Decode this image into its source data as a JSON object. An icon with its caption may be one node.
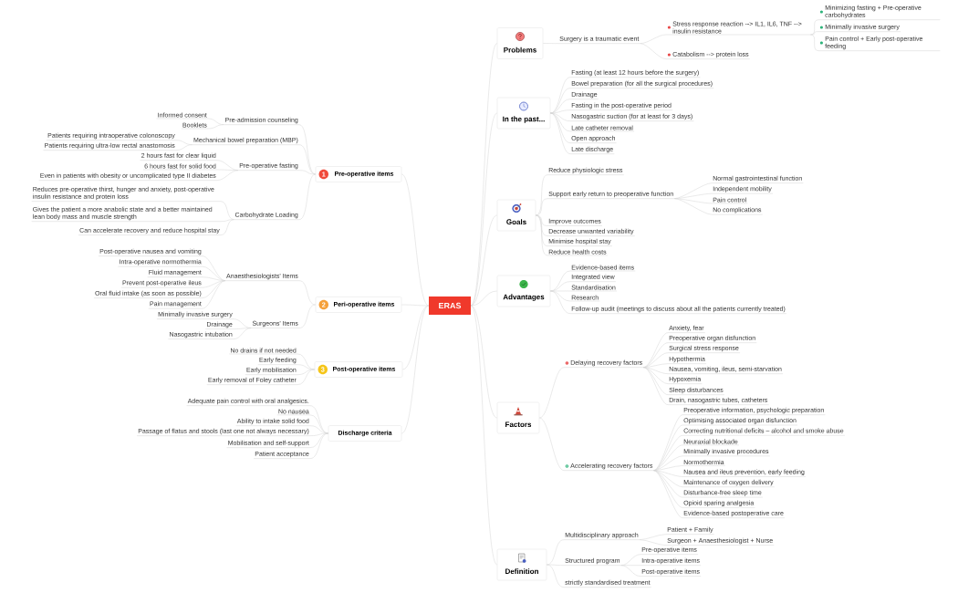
{
  "diagram": {
    "nodes": [
      {
        "text": [
          "ERAS"
        ]
      },
      {
        "text": [
          "Problems"
        ]
      },
      {
        "text": [
          "Surgery is a traumatic event"
        ]
      },
      {
        "text": [
          "Stress response reaction --> IL1, IL6, TNF --> insulin resistance"
        ]
      },
      {
        "text": [
          "Minimizing fasting + Pre-operative carbohydrates"
        ]
      },
      {
        "text": [
          "Minimally invasive surgery"
        ]
      },
      {
        "text": [
          "Pain control + Early post-operative feeding"
        ]
      },
      {
        "text": [
          "Catabolism --> protein loss"
        ]
      },
      {
        "text": [
          "In the past..."
        ]
      },
      {
        "text": [
          "Fasting (at least 12 hours before the surgery)"
        ]
      },
      {
        "text": [
          "Bowel preparation (for all the surgical procedures)"
        ]
      },
      {
        "text": [
          "Drainage"
        ]
      },
      {
        "text": [
          "Fasting in the post-operative period"
        ]
      },
      {
        "text": [
          "Nasogastric suction (for at least for 3 days)"
        ]
      },
      {
        "text": [
          "Late catheter removal"
        ]
      },
      {
        "text": [
          "Open approach"
        ]
      },
      {
        "text": [
          "Late discharge"
        ]
      },
      {
        "text": [
          "Goals"
        ]
      },
      {
        "text": [
          "Reduce physiologic stress"
        ]
      },
      {
        "text": [
          "Support early return to preoperative function"
        ]
      },
      {
        "text": [
          "Normal gastrointestinal function"
        ]
      },
      {
        "text": [
          "Independent mobility"
        ]
      },
      {
        "text": [
          "Pain control"
        ]
      },
      {
        "text": [
          "No complications"
        ]
      },
      {
        "text": [
          "Improve outcomes"
        ]
      },
      {
        "text": [
          "Decrease unwanted variability"
        ]
      },
      {
        "text": [
          "Minimise hospital stay"
        ]
      },
      {
        "text": [
          "Reduce health costs"
        ]
      },
      {
        "text": [
          "Advantages"
        ]
      },
      {
        "text": [
          "Evidence-based items"
        ]
      },
      {
        "text": [
          "Integrated view"
        ]
      },
      {
        "text": [
          "Standardisation"
        ]
      },
      {
        "text": [
          "Research"
        ]
      },
      {
        "text": [
          "Follow-up audit (meetings to discuss about all the patients currently treated)"
        ]
      },
      {
        "text": [
          "Factors"
        ]
      },
      {
        "text": [
          "Delaying recovery factors"
        ]
      },
      {
        "text": [
          "Anxiety, fear"
        ]
      },
      {
        "text": [
          "Preoperative organ disfunction"
        ]
      },
      {
        "text": [
          "Surgical stress response"
        ]
      },
      {
        "text": [
          "Hypothermia"
        ]
      },
      {
        "text": [
          "Nausea, vomiting, ileus, semi-starvation"
        ]
      },
      {
        "text": [
          "Hypoxemia"
        ]
      },
      {
        "text": [
          "Sleep disturbances"
        ]
      },
      {
        "text": [
          "Drain, nasogastric tubes, catheters"
        ]
      },
      {
        "text": [
          "Accelerating recovery factors"
        ]
      },
      {
        "text": [
          "Preoperative information, psychologic preparation"
        ]
      },
      {
        "text": [
          "Optimising associated organ disfunction"
        ]
      },
      {
        "text": [
          "Correcting nutritional deficits – alcohol and smoke abuse"
        ]
      },
      {
        "text": [
          "Neuraxial blockade"
        ]
      },
      {
        "text": [
          "Minimally invasive procedures"
        ]
      },
      {
        "text": [
          "Normothermia"
        ]
      },
      {
        "text": [
          "Nausea and ileus prevention, early feeding"
        ]
      },
      {
        "text": [
          "Maintenance of oxygen delivery"
        ]
      },
      {
        "text": [
          "Disturbance-free sleep time"
        ]
      },
      {
        "text": [
          "Opioid sparing analgesia"
        ]
      },
      {
        "text": [
          "Evidence-based postoperative care"
        ]
      },
      {
        "text": [
          "Definition"
        ]
      },
      {
        "text": [
          "Multidisciplinary approach"
        ]
      },
      {
        "text": [
          "Patient + Family"
        ]
      },
      {
        "text": [
          "Surgeon + Anaesthesiologist + Nurse"
        ]
      },
      {
        "text": [
          "Structured program"
        ]
      },
      {
        "text": [
          "Pre-operative items"
        ]
      },
      {
        "text": [
          "Intra-operative items"
        ]
      },
      {
        "text": [
          "Post-operative items"
        ]
      },
      {
        "text": [
          "strictly standardised treatment"
        ]
      },
      {
        "text": [
          "1",
          "Pre-operative items"
        ]
      },
      {
        "text": [
          "Pre-admission counseling"
        ]
      },
      {
        "text": [
          "Informed consent"
        ]
      },
      {
        "text": [
          "Booklets"
        ]
      },
      {
        "text": [
          "Mechanical bowel preparation (MBP)"
        ]
      },
      {
        "text": [
          "Patients requiring intraoperative colonoscopy"
        ]
      },
      {
        "text": [
          "Patients requiring ultra-low rectal anastomosis"
        ]
      },
      {
        "text": [
          "Pre-operative fasting"
        ]
      },
      {
        "text": [
          "2 hours fast for clear liquid"
        ]
      },
      {
        "text": [
          "6 hours fast for solid food"
        ]
      },
      {
        "text": [
          "Even in patients with obesity or uncomplicated type II diabetes"
        ]
      },
      {
        "text": [
          "Carbohydrate Loading"
        ]
      },
      {
        "text": [
          "Reduces pre-operative thirst, hunger and anxiety, post-operative insulin resistance and protein loss"
        ]
      },
      {
        "text": [
          "Gives the patient a more anabolic state and a better maintained lean body mass and muscle strength"
        ]
      },
      {
        "text": [
          "Can accelerate recovery and reduce hospital stay"
        ]
      },
      {
        "text": [
          "2",
          "Peri-operative items"
        ]
      },
      {
        "text": [
          "Anaesthesiologists' Items"
        ]
      },
      {
        "text": [
          "Post-operative nausea and vomiting"
        ]
      },
      {
        "text": [
          "Intra-operative normothermia"
        ]
      },
      {
        "text": [
          "Fluid management"
        ]
      },
      {
        "text": [
          "Prevent post-operative ileus"
        ]
      },
      {
        "text": [
          "Oral fluid intake (as soon as possible)"
        ]
      },
      {
        "text": [
          "Pain management"
        ]
      },
      {
        "text": [
          "Surgeons' Items"
        ]
      },
      {
        "text": [
          "Minimally invasive surgery"
        ]
      },
      {
        "text": [
          "Drainage"
        ]
      },
      {
        "text": [
          "Nasogastric intubation"
        ]
      },
      {
        "text": [
          "3",
          "Post-operative items"
        ]
      },
      {
        "text": [
          "No drains if not needed"
        ]
      },
      {
        "text": [
          "Early feeding"
        ]
      },
      {
        "text": [
          "Early mobilisation"
        ]
      },
      {
        "text": [
          "Early removal of Foley catheter"
        ]
      },
      {
        "text": [
          "Discharge criteria"
        ]
      },
      {
        "text": [
          "Adequate pain control with oral analgesics."
        ]
      },
      {
        "text": [
          "No nausea"
        ]
      },
      {
        "text": [
          "Ability to intake solid food"
        ]
      },
      {
        "text": [
          "Passage of flatus and stools (last one not always necessary)"
        ]
      },
      {
        "text": [
          "Mobilisation and self-support"
        ]
      },
      {
        "text": [
          "Patient acceptance"
        ]
      }
    ],
    "edges": [
      {
        "from": 0,
        "to": 1,
        "arrow": "none"
      },
      {
        "from": 0,
        "to": 8,
        "arrow": "none"
      },
      {
        "from": 0,
        "to": 17,
        "arrow": "none"
      },
      {
        "from": 0,
        "to": 28,
        "arrow": "none"
      },
      {
        "from": 0,
        "to": 34,
        "arrow": "none"
      },
      {
        "from": 0,
        "to": 56,
        "arrow": "none"
      },
      {
        "from": 0,
        "to": 65,
        "arrow": "none"
      },
      {
        "from": 0,
        "to": 80,
        "arrow": "none"
      },
      {
        "from": 0,
        "to": 92,
        "arrow": "none"
      },
      {
        "from": 0,
        "to": 97,
        "arrow": "none"
      },
      {
        "from": 1,
        "to": 2,
        "arrow": "none"
      },
      {
        "from": 2,
        "to": 3,
        "arrow": "none"
      },
      {
        "from": 3,
        "to": 4,
        "arrow": "none"
      },
      {
        "from": 3,
        "to": 5,
        "arrow": "none"
      },
      {
        "from": 3,
        "to": 6,
        "arrow": "none"
      },
      {
        "from": 2,
        "to": 7,
        "arrow": "none"
      },
      {
        "from": 8,
        "to": 9,
        "arrow": "none"
      },
      {
        "from": 8,
        "to": 10,
        "arrow": "none"
      },
      {
        "from": 8,
        "to": 11,
        "arrow": "none"
      },
      {
        "from": 8,
        "to": 12,
        "arrow": "none"
      },
      {
        "from": 8,
        "to": 13,
        "arrow": "none"
      },
      {
        "from": 8,
        "to": 14,
        "arrow": "none"
      },
      {
        "from": 8,
        "to": 15,
        "arrow": "none"
      },
      {
        "from": 8,
        "to": 16,
        "arrow": "none"
      },
      {
        "from": 17,
        "to": 18,
        "arrow": "none"
      },
      {
        "from": 17,
        "to": 19,
        "arrow": "none"
      },
      {
        "from": 19,
        "to": 20,
        "arrow": "none"
      },
      {
        "from": 19,
        "to": 21,
        "arrow": "none"
      },
      {
        "from": 19,
        "to": 22,
        "arrow": "none"
      },
      {
        "from": 19,
        "to": 23,
        "arrow": "none"
      },
      {
        "from": 17,
        "to": 24,
        "arrow": "none"
      },
      {
        "from": 17,
        "to": 25,
        "arrow": "none"
      },
      {
        "from": 17,
        "to": 26,
        "arrow": "none"
      },
      {
        "from": 17,
        "to": 27,
        "arrow": "none"
      },
      {
        "from": 28,
        "to": 29,
        "arrow": "none"
      },
      {
        "from": 28,
        "to": 30,
        "arrow": "none"
      },
      {
        "from": 28,
        "to": 31,
        "arrow": "none"
      },
      {
        "from": 28,
        "to": 32,
        "arrow": "none"
      },
      {
        "from": 28,
        "to": 33,
        "arrow": "none"
      },
      {
        "from": 34,
        "to": 35,
        "arrow": "none"
      },
      {
        "from": 35,
        "to": 36,
        "arrow": "none"
      },
      {
        "from": 35,
        "to": 37,
        "arrow": "none"
      },
      {
        "from": 35,
        "to": 38,
        "arrow": "none"
      },
      {
        "from": 35,
        "to": 39,
        "arrow": "none"
      },
      {
        "from": 35,
        "to": 40,
        "arrow": "none"
      },
      {
        "from": 35,
        "to": 41,
        "arrow": "none"
      },
      {
        "from": 35,
        "to": 42,
        "arrow": "none"
      },
      {
        "from": 35,
        "to": 43,
        "arrow": "none"
      },
      {
        "from": 34,
        "to": 44,
        "arrow": "none"
      },
      {
        "from": 44,
        "to": 45,
        "arrow": "none"
      },
      {
        "from": 44,
        "to": 46,
        "arrow": "none"
      },
      {
        "from": 44,
        "to": 47,
        "arrow": "none"
      },
      {
        "from": 44,
        "to": 48,
        "arrow": "none"
      },
      {
        "from": 44,
        "to": 49,
        "arrow": "none"
      },
      {
        "from": 44,
        "to": 50,
        "arrow": "none"
      },
      {
        "from": 44,
        "to": 51,
        "arrow": "none"
      },
      {
        "from": 44,
        "to": 52,
        "arrow": "none"
      },
      {
        "from": 44,
        "to": 53,
        "arrow": "none"
      },
      {
        "from": 44,
        "to": 54,
        "arrow": "none"
      },
      {
        "from": 44,
        "to": 55,
        "arrow": "none"
      },
      {
        "from": 56,
        "to": 57,
        "arrow": "none"
      },
      {
        "from": 57,
        "to": 58,
        "arrow": "none"
      },
      {
        "from": 57,
        "to": 59,
        "arrow": "none"
      },
      {
        "from": 56,
        "to": 60,
        "arrow": "none"
      },
      {
        "from": 60,
        "to": 61,
        "arrow": "none"
      },
      {
        "from": 60,
        "to": 62,
        "arrow": "none"
      },
      {
        "from": 60,
        "to": 63,
        "arrow": "none"
      },
      {
        "from": 56,
        "to": 64,
        "arrow": "none"
      },
      {
        "from": 65,
        "to": 66,
        "arrow": "none"
      },
      {
        "from": 66,
        "to": 67,
        "arrow": "none"
      },
      {
        "from": 66,
        "to": 68,
        "arrow": "none"
      },
      {
        "from": 65,
        "to": 69,
        "arrow": "none"
      },
      {
        "from": 69,
        "to": 70,
        "arrow": "none"
      },
      {
        "from": 69,
        "to": 71,
        "arrow": "none"
      },
      {
        "from": 65,
        "to": 72,
        "arrow": "none"
      },
      {
        "from": 72,
        "to": 73,
        "arrow": "none"
      },
      {
        "from": 72,
        "to": 74,
        "arrow": "none"
      },
      {
        "from": 72,
        "to": 75,
        "arrow": "none"
      },
      {
        "from": 65,
        "to": 76,
        "arrow": "none"
      },
      {
        "from": 76,
        "to": 77,
        "arrow": "none"
      },
      {
        "from": 76,
        "to": 78,
        "arrow": "none"
      },
      {
        "from": 76,
        "to": 79,
        "arrow": "none"
      },
      {
        "from": 80,
        "to": 81,
        "arrow": "none"
      },
      {
        "from": 81,
        "to": 82,
        "arrow": "none"
      },
      {
        "from": 81,
        "to": 83,
        "arrow": "none"
      },
      {
        "from": 81,
        "to": 84,
        "arrow": "none"
      },
      {
        "from": 81,
        "to": 85,
        "arrow": "none"
      },
      {
        "from": 81,
        "to": 86,
        "arrow": "none"
      },
      {
        "from": 81,
        "to": 87,
        "arrow": "none"
      },
      {
        "from": 80,
        "to": 88,
        "arrow": "none"
      },
      {
        "from": 88,
        "to": 89,
        "arrow": "none"
      },
      {
        "from": 88,
        "to": 90,
        "arrow": "none"
      },
      {
        "from": 88,
        "to": 91,
        "arrow": "none"
      },
      {
        "from": 92,
        "to": 93,
        "arrow": "none"
      },
      {
        "from": 92,
        "to": 94,
        "arrow": "none"
      },
      {
        "from": 92,
        "to": 95,
        "arrow": "none"
      },
      {
        "from": 92,
        "to": 96,
        "arrow": "none"
      },
      {
        "from": 97,
        "to": 98,
        "arrow": "none"
      },
      {
        "from": 97,
        "to": 99,
        "arrow": "none"
      },
      {
        "from": 97,
        "to": 100,
        "arrow": "none"
      },
      {
        "from": 97,
        "to": 101,
        "arrow": "none"
      },
      {
        "from": 97,
        "to": 102,
        "arrow": "none"
      },
      {
        "from": 97,
        "to": 103,
        "arrow": "none"
      }
    ]
  }
}
